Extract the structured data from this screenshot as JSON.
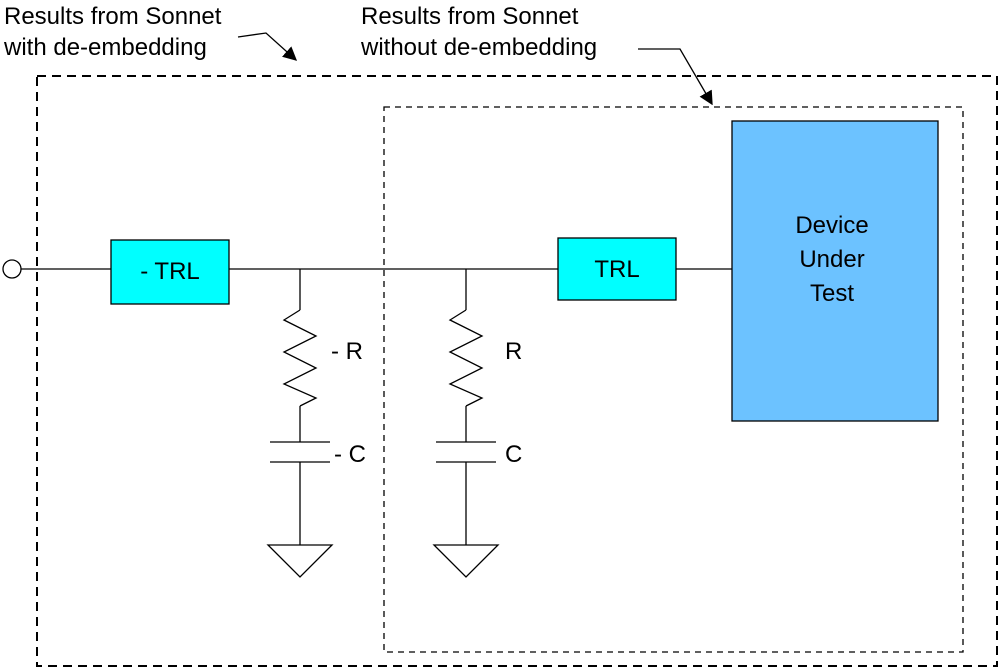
{
  "annotations": {
    "with_deembedding": {
      "line1": "Results from Sonnet",
      "line2": "with de-embedding"
    },
    "without_deembedding": {
      "line1": "Results from Sonnet",
      "line2": "without de-embedding"
    }
  },
  "components": {
    "neg_trl": "- TRL",
    "trl": "TRL",
    "neg_r": "- R",
    "neg_c": "- C",
    "r": "R",
    "c": "C",
    "dut_line1": "Device",
    "dut_line2": "Under",
    "dut_line3": "Test"
  },
  "colors": {
    "trl_fill": "#00ffff",
    "dut_fill": "#6cc2ff",
    "line": "#000000",
    "background": "#ffffff"
  }
}
